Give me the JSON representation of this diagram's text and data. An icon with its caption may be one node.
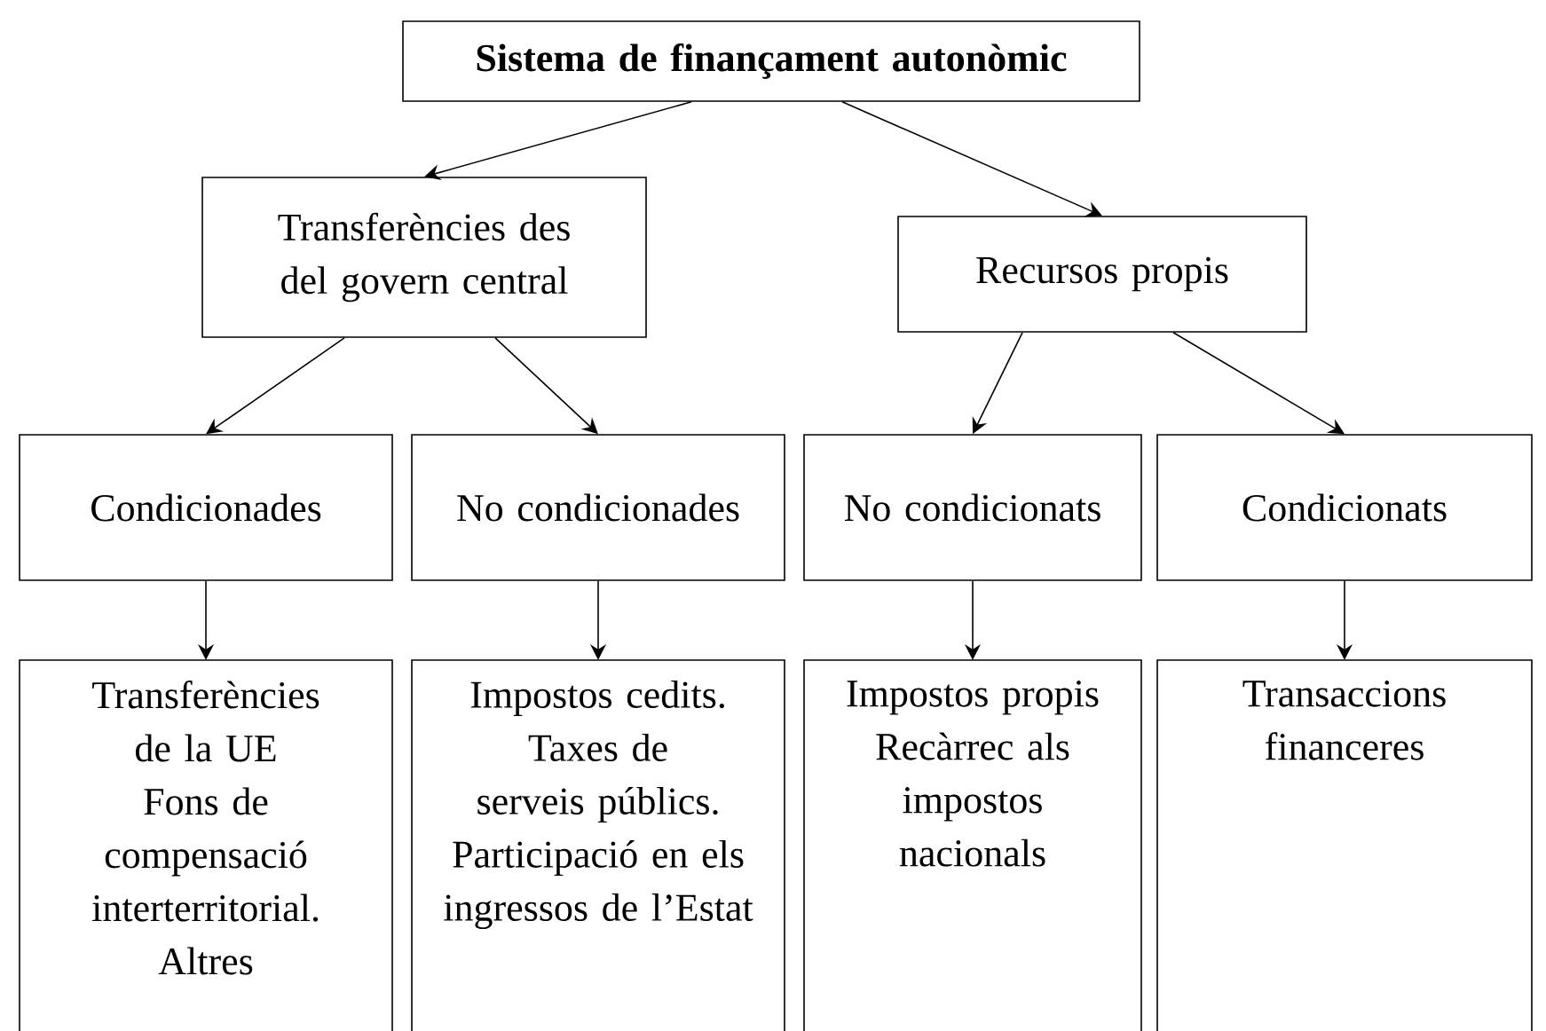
{
  "diagram": {
    "nodes": [
      {
        "text": [
          "**Sistema de finançament autonòmic**"
        ]
      },
      {
        "text": [
          "Transferències des del govern central"
        ]
      },
      {
        "text": [
          "Recursos propis"
        ]
      },
      {
        "text": [
          "Condicionades"
        ]
      },
      {
        "text": [
          "No condicionades"
        ]
      },
      {
        "text": [
          "No condicionats"
        ]
      },
      {
        "text": [
          "Condicionats"
        ]
      },
      {
        "text": [
          "Transferències de la UE",
          "Fons de compensació interterritorial.",
          "Altres"
        ]
      },
      {
        "text": [
          "Impostos cedits.",
          "Taxes de serveis públics.",
          "Participació en els ingressos de l’Estat"
        ]
      },
      {
        "text": [
          "Impostos propis",
          "Recàrrec als impostos nacionals"
        ]
      },
      {
        "text": [
          "Transaccions financeres"
        ]
      }
    ],
    "edges": [
      {
        "from": 0,
        "to": 1,
        "arrow": "to"
      },
      {
        "from": 0,
        "to": 2,
        "arrow": "to"
      },
      {
        "from": 1,
        "to": 3,
        "arrow": "to"
      },
      {
        "from": 1,
        "to": 4,
        "arrow": "to"
      },
      {
        "from": 2,
        "to": 5,
        "arrow": "to"
      },
      {
        "from": 2,
        "to": 6,
        "arrow": "to"
      },
      {
        "from": 3,
        "to": 7,
        "arrow": "to"
      },
      {
        "from": 4,
        "to": 8,
        "arrow": "to"
      },
      {
        "from": 5,
        "to": 9,
        "arrow": "to"
      },
      {
        "from": 6,
        "to": 10,
        "arrow": "to"
      }
    ]
  }
}
